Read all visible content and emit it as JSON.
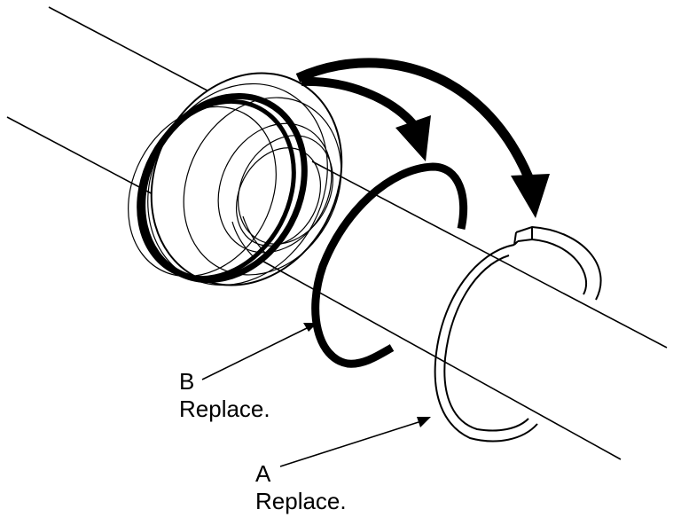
{
  "callouts": {
    "b": {
      "letter": "B",
      "note": "Replace."
    },
    "a": {
      "letter": "A",
      "note": "Replace."
    }
  },
  "colors": {
    "ink": "#000000",
    "paper": "#ffffff"
  }
}
